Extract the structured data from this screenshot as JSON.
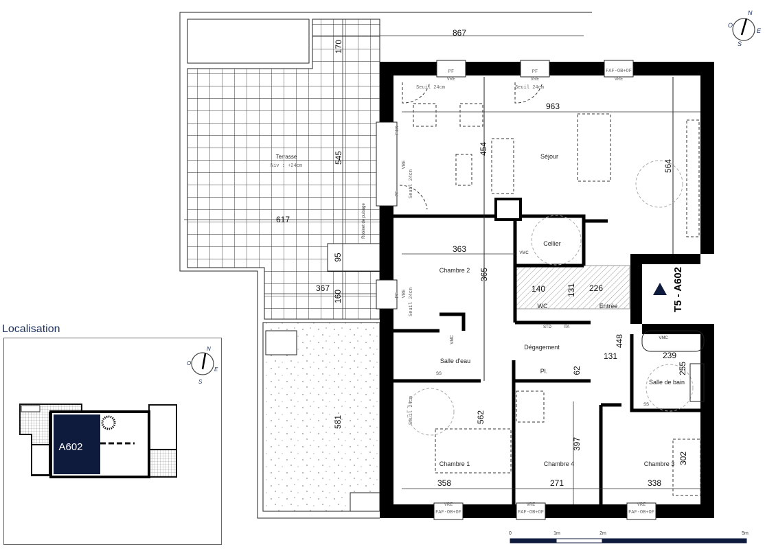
{
  "plan": {
    "unit_label": "T5 - A602",
    "rooms": {
      "terrasse": "Terrasse",
      "terrasse_level": "Niv : +24cm",
      "robinet": "Robinet de puisage",
      "sejour": "Séjour",
      "cellier": "Cellier",
      "chambre2": "Chambre 2",
      "wc": "WC",
      "entree": "Entrée",
      "degagement": "Dégagement",
      "salle_eau": "Salle d'eau",
      "salle_bain": "Salle de bain",
      "placard": "Pl.",
      "chambre1": "Chambre 1",
      "chambre4": "Chambre 4",
      "chambre3": "Chambre 3"
    },
    "dimensions": {
      "d867": "867",
      "d170": "170",
      "d545": "545",
      "d617": "617",
      "d95": "95",
      "d367": "367",
      "d160": "160",
      "d581": "581",
      "d963": "963",
      "d454": "454",
      "d564": "564",
      "d363": "363",
      "d365": "365",
      "d140": "140",
      "d131a": "131",
      "d226": "226",
      "d448": "448",
      "d131b": "131",
      "d239": "239",
      "d255": "255",
      "d62": "62",
      "d562": "562",
      "d397": "397",
      "d302": "302",
      "d358": "358",
      "d271": "271",
      "d338": "338"
    },
    "windows": {
      "pf": "PF",
      "vre": "VRE",
      "seuil": "Seuil 24cm",
      "faf": "FAF-OB+OF",
      "fix": "FIX"
    },
    "fixtures": {
      "vmc": "VMC",
      "ss": "SS",
      "std": "STD",
      "ita": "ITA"
    }
  },
  "compass": {
    "n": "N",
    "e": "E",
    "s": "S",
    "o": "O"
  },
  "scale": {
    "t0": "0",
    "t1": "1m",
    "t2": "2m",
    "t5": "5m"
  },
  "localisation": {
    "title": "Localisation",
    "unit": "A602"
  },
  "colors": {
    "accent": "#0f1b3d",
    "title": "#1b2f5e"
  }
}
